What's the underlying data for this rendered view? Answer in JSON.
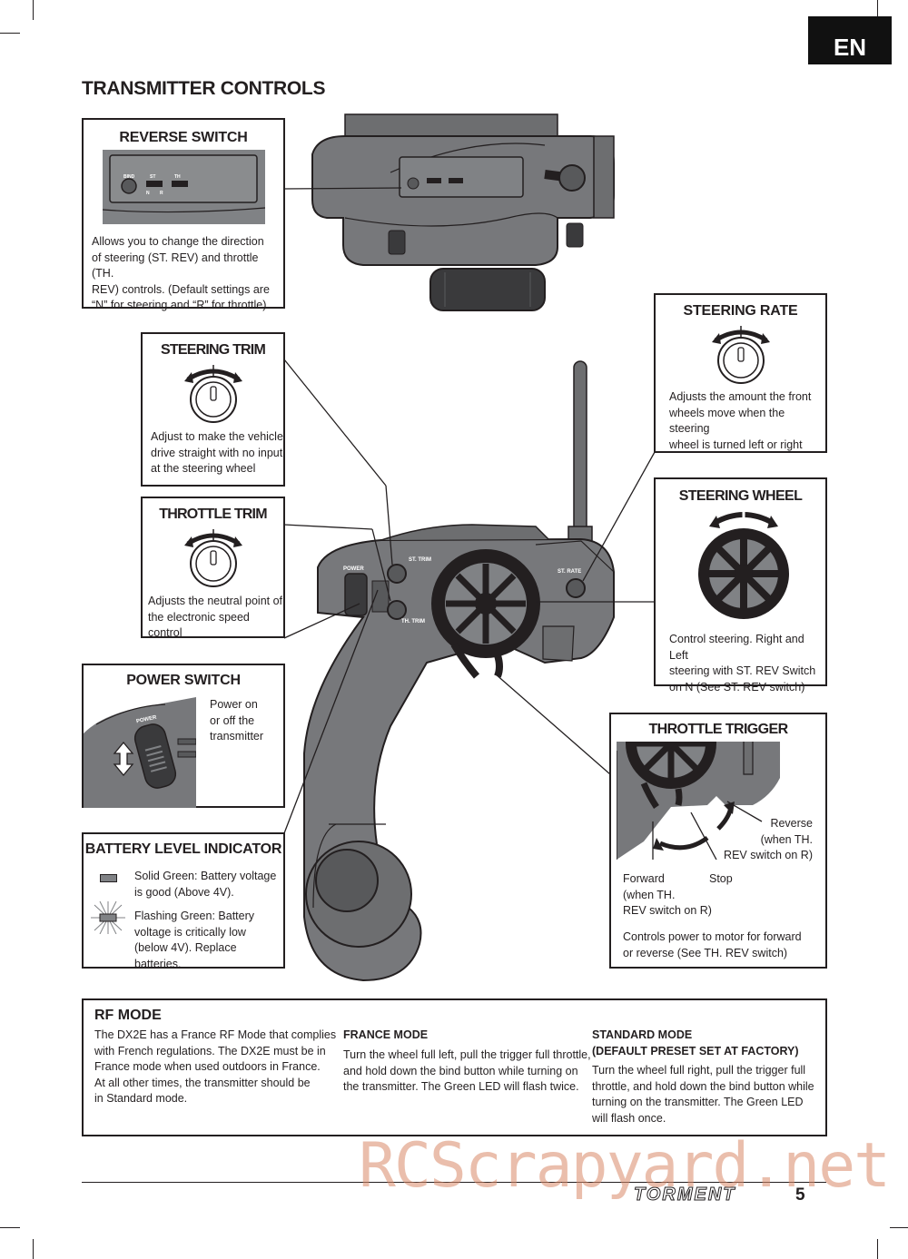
{
  "page": {
    "lang_tab": "EN",
    "title": "TRANSMITTER CONTROLS",
    "page_number": "5",
    "brand_logo": "TORMENT",
    "watermark": "RCScrapyard.net"
  },
  "device_labels": {
    "bind": "BIND",
    "st": "ST",
    "th": "TH",
    "n": "N",
    "r": "R",
    "power": "POWER",
    "st_trim": "ST. TRIM",
    "th_trim": "TH. TRIM",
    "st_rate": "ST. RATE"
  },
  "reverse_switch": {
    "title": "REVERSE SWITCH",
    "lines": [
      "Allows you to change the direction",
      "of steering  (ST. REV) and throttle (TH.",
      "REV) controls. (Default settings are",
      "“N” for steering and “R” for throttle)"
    ]
  },
  "steering_trim": {
    "title": "STEERING TRIM",
    "lines": [
      "Adjust to make the vehicle",
      "drive straight with no input",
      "at the steering wheel"
    ]
  },
  "throttle_trim": {
    "title": "THROTTLE TRIM",
    "lines": [
      "Adjusts the neutral point of",
      "the electronic speed control"
    ]
  },
  "power_switch": {
    "title": "POWER SWITCH",
    "lines": [
      "Power on",
      "or off the",
      "transmitter"
    ]
  },
  "battery_indicator": {
    "title": "BATTERY LEVEL INDICATOR",
    "solid_lines": [
      "Solid Green: Battery voltage",
      "is good (Above 4V)."
    ],
    "flash_lines": [
      "Flashing Green: Battery",
      "voltage is critically low",
      "(below 4V). Replace batteries."
    ]
  },
  "steering_rate": {
    "title": "STEERING RATE",
    "lines": [
      "Adjusts the amount the front",
      "wheels move when the steering",
      "wheel is turned left or right"
    ]
  },
  "steering_wheel": {
    "title": "STEERING WHEEL",
    "lines": [
      "Control steering. Right and Left",
      "steering with ST. REV Switch",
      "on N (See ST. REV switch)"
    ]
  },
  "throttle_trigger": {
    "title": "THROTTLE TRIGGER",
    "reverse_lines": [
      "Reverse",
      "(when TH.",
      "REV switch on R)"
    ],
    "stop": "Stop",
    "forward_lines": [
      "Forward",
      "(when TH.",
      "REV switch on R)"
    ],
    "lines": [
      "Controls power to motor for  forward",
      "or reverse (See TH. REV switch)"
    ]
  },
  "rf_mode": {
    "title": "RF MODE",
    "intro_lines": [
      "The DX2E has a France RF Mode that complies",
      "with French regulations. The DX2E must be in",
      "France mode when used outdoors in France.",
      "At all other times, the transmitter should be",
      "in Standard mode."
    ],
    "france_title": "FRANCE MODE",
    "france_lines": [
      "Turn the wheel full left, pull the trigger full throttle,",
      "and hold down the bind button while turning on",
      "the transmitter. The Green LED will flash twice."
    ],
    "standard_title_lines": [
      "STANDARD MODE",
      "(DEFAULT PRESET SET AT FACTORY)"
    ],
    "standard_lines": [
      "Turn the wheel full right, pull the trigger full",
      "throttle, and hold down the bind button while",
      "turning on the transmitter. The Green LED",
      "will flash once."
    ]
  }
}
